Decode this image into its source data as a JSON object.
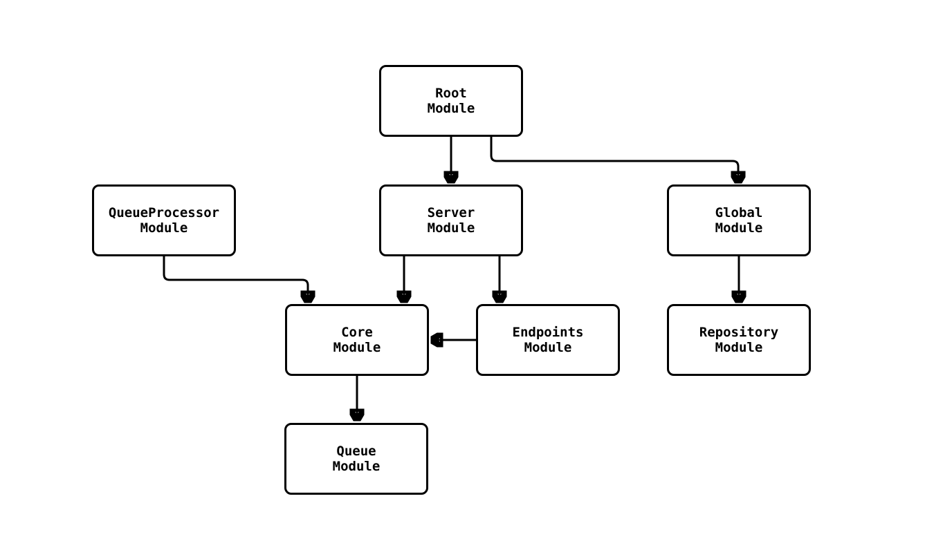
{
  "diagram": {
    "type": "module-dependency-flowchart",
    "background_color": "#ffffff",
    "stroke_color": "#000000",
    "node_fill_color": "#ffffff",
    "nodes": [
      {
        "id": "root",
        "line1": "Root",
        "line2": "Module"
      },
      {
        "id": "queueProcessor",
        "line1": "QueueProcessor",
        "line2": "Module"
      },
      {
        "id": "server",
        "line1": "Server",
        "line2": "Module"
      },
      {
        "id": "global",
        "line1": "Global",
        "line2": "Module"
      },
      {
        "id": "core",
        "line1": "Core",
        "line2": "Module"
      },
      {
        "id": "endpoints",
        "line1": "Endpoints",
        "line2": "Module"
      },
      {
        "id": "repository",
        "line1": "Repository",
        "line2": "Module"
      },
      {
        "id": "queue",
        "line1": "Queue",
        "line2": "Module"
      }
    ],
    "edges": [
      {
        "from": "root",
        "to": "server"
      },
      {
        "from": "root",
        "to": "global"
      },
      {
        "from": "queueProcessor",
        "to": "core"
      },
      {
        "from": "server",
        "to": "core"
      },
      {
        "from": "server",
        "to": "endpoints"
      },
      {
        "from": "endpoints",
        "to": "core"
      },
      {
        "from": "global",
        "to": "repository"
      },
      {
        "from": "core",
        "to": "queue"
      }
    ]
  }
}
